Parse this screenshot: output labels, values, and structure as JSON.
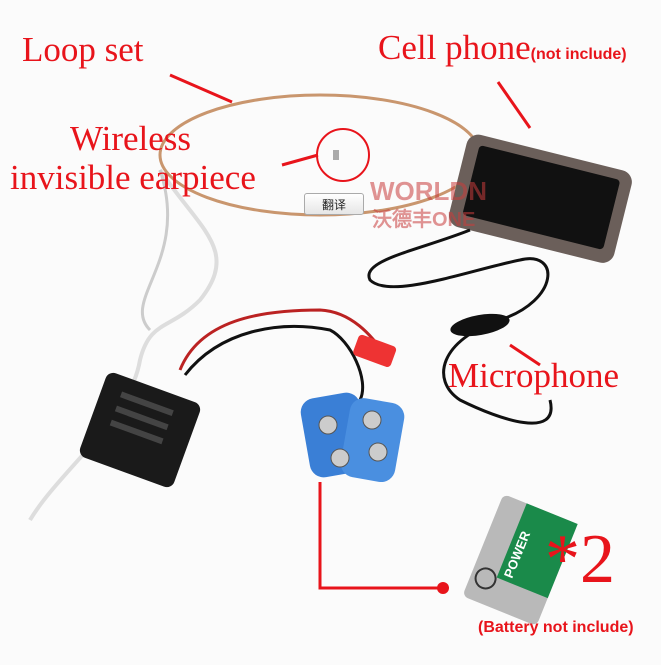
{
  "labels": {
    "loop_set": "Loop set",
    "cell_phone": "Cell phone",
    "not_include": "(not include)",
    "wireless": "Wireless",
    "invisible_earpiece": "invisible earpiece",
    "microphone": "Microphone",
    "times_two": "*2",
    "battery_not_include": "(Battery not include)"
  },
  "watermark": {
    "line1": "WORLDN",
    "line2": "沃德丰ONE"
  },
  "battery_brand": "POWER",
  "translate_button": "翻译",
  "colors": {
    "annotation": "#e8141b",
    "clip": "#3a7fd6",
    "battery": "#1a8a4a"
  }
}
